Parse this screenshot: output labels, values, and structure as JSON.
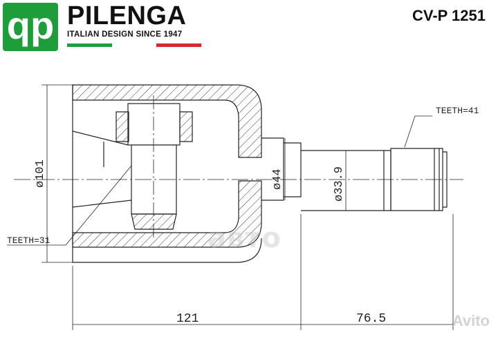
{
  "brand": {
    "name": "PILENGA",
    "tagline": "ITALIAN DESIGN SINCE 1947",
    "logo_text": "qp",
    "flag_colors": [
      "#1e9e3a",
      "#ffffff",
      "#d9262a"
    ]
  },
  "part_code": "CV-P 1251",
  "dimensions": {
    "outer_diameter": "ø101",
    "shaft_diameter": "ø44",
    "spline_diameter": "ø33.9",
    "body_length": "121",
    "shaft_length": "76.5",
    "teeth_outer": "TEETH=41",
    "teeth_inner": "TEETH=31"
  },
  "watermarks": {
    "center": "авто",
    "corner": "Avito"
  },
  "colors": {
    "line": "#222222",
    "hatch": "#333333",
    "text": "#111111"
  }
}
